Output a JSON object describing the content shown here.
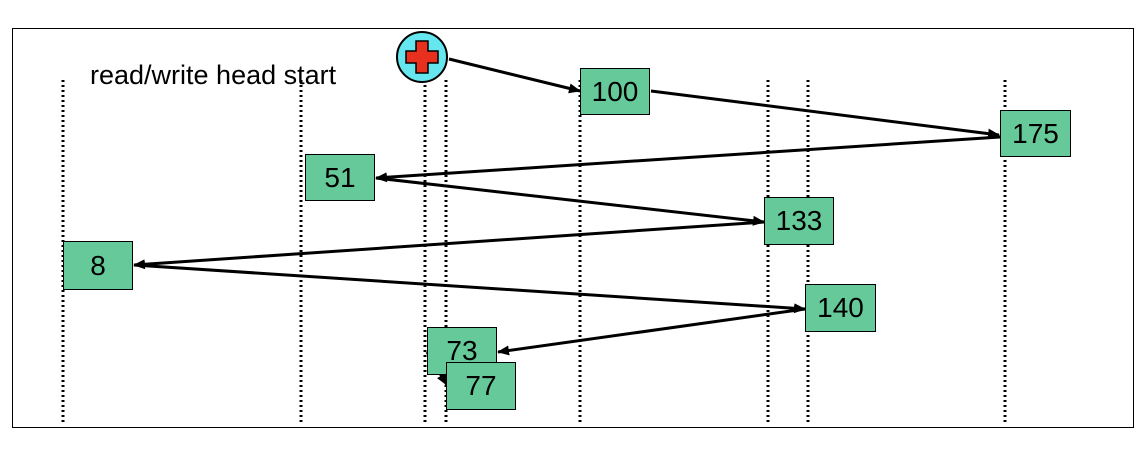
{
  "diagram": {
    "start_label": "read/write head start",
    "head_icon": "red-cross-icon",
    "colors": {
      "request_fill": "#66c999",
      "icon_circle": "#66e6ee",
      "icon_cross": "#e8301e",
      "line": "#000000"
    },
    "requests": [
      {
        "label": "100",
        "order": 1
      },
      {
        "label": "175",
        "order": 2
      },
      {
        "label": "51",
        "order": 3
      },
      {
        "label": "133",
        "order": 4
      },
      {
        "label": "8",
        "order": 5
      },
      {
        "label": "140",
        "order": 6
      },
      {
        "label": "73",
        "order": 7
      },
      {
        "label": "77",
        "order": 8
      }
    ]
  }
}
